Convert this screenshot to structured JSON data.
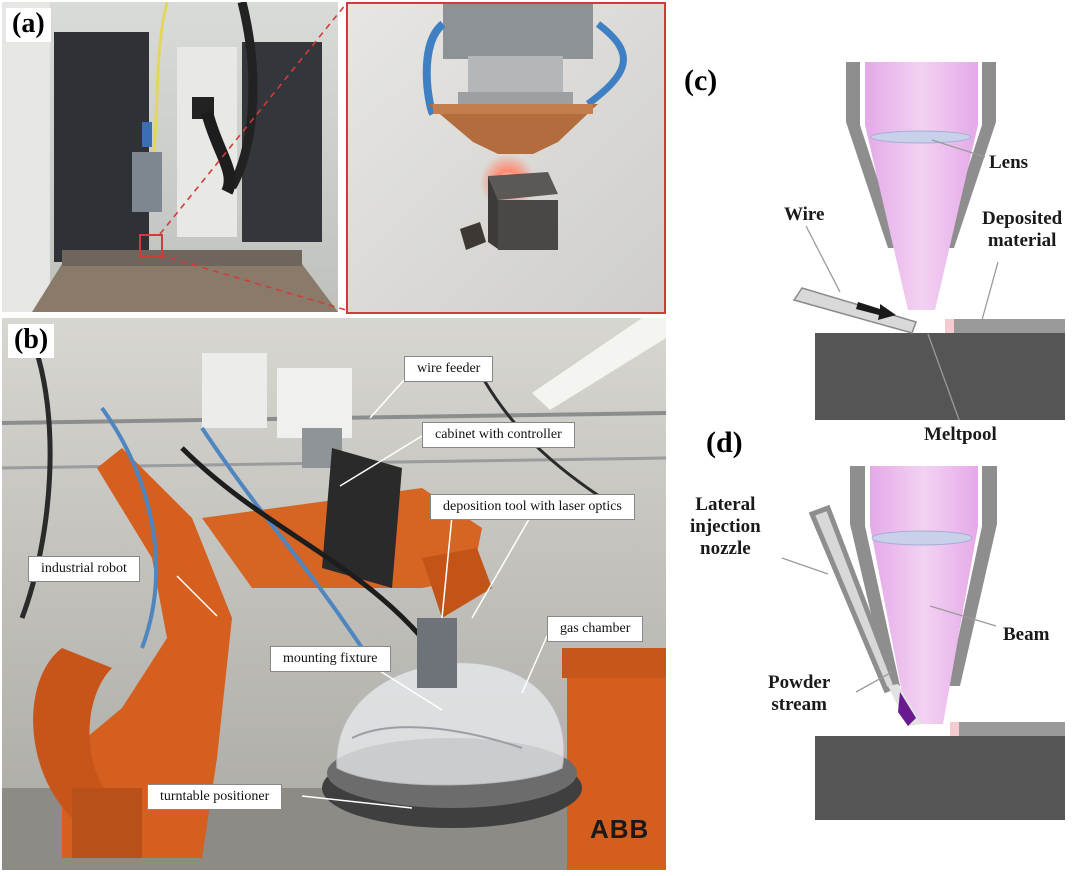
{
  "panel_a": {
    "letter": "(a)"
  },
  "panel_b": {
    "letter": "(b)",
    "callouts": {
      "wire_feeder": "wire feeder",
      "cabinet": "cabinet with controller",
      "deposition_tool": "deposition tool with laser optics",
      "industrial_robot": "industrial robot",
      "gas_chamber": "gas chamber",
      "mounting_fixture": "mounting fixture",
      "turntable": "turntable positioner"
    },
    "robot_brand": "ABB"
  },
  "panel_c": {
    "letter": "(c)",
    "labels": {
      "lens": "Lens",
      "wire": "Wire",
      "deposited_1": "Deposited",
      "deposited_2": "material",
      "meltpool": "Meltpool"
    }
  },
  "panel_d": {
    "letter": "(d)",
    "labels": {
      "lateral_1": "Lateral",
      "lateral_2": "injection",
      "lateral_3": "nozzle",
      "beam": "Beam",
      "powder_1": "Powder",
      "powder_2": "stream"
    }
  },
  "colors": {
    "beam": "#e8b6ea",
    "nozzle": "#8e8e8e",
    "substrate": "#555555",
    "robot": "#d45f1f",
    "photo_frame": "#d23b3b"
  }
}
